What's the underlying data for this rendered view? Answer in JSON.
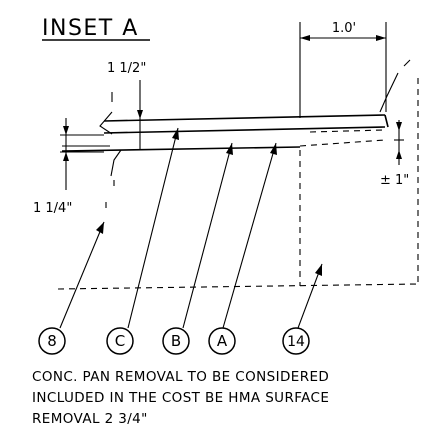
{
  "title": "INSET A",
  "dimensions": {
    "top_width": "1.0'",
    "upper_thickness": "1 1/2\"",
    "lower_thickness": "1 1/4\"",
    "right_offset": "± 1\""
  },
  "callouts": [
    "8",
    "C",
    "B",
    "A",
    "14"
  ],
  "note_lines": [
    "CONC. PAN REMOVAL TO BE CONSIDERED",
    "INCLUDED IN THE COST BE HMA SURFACE",
    "REMOVAL 2 3/4\""
  ]
}
